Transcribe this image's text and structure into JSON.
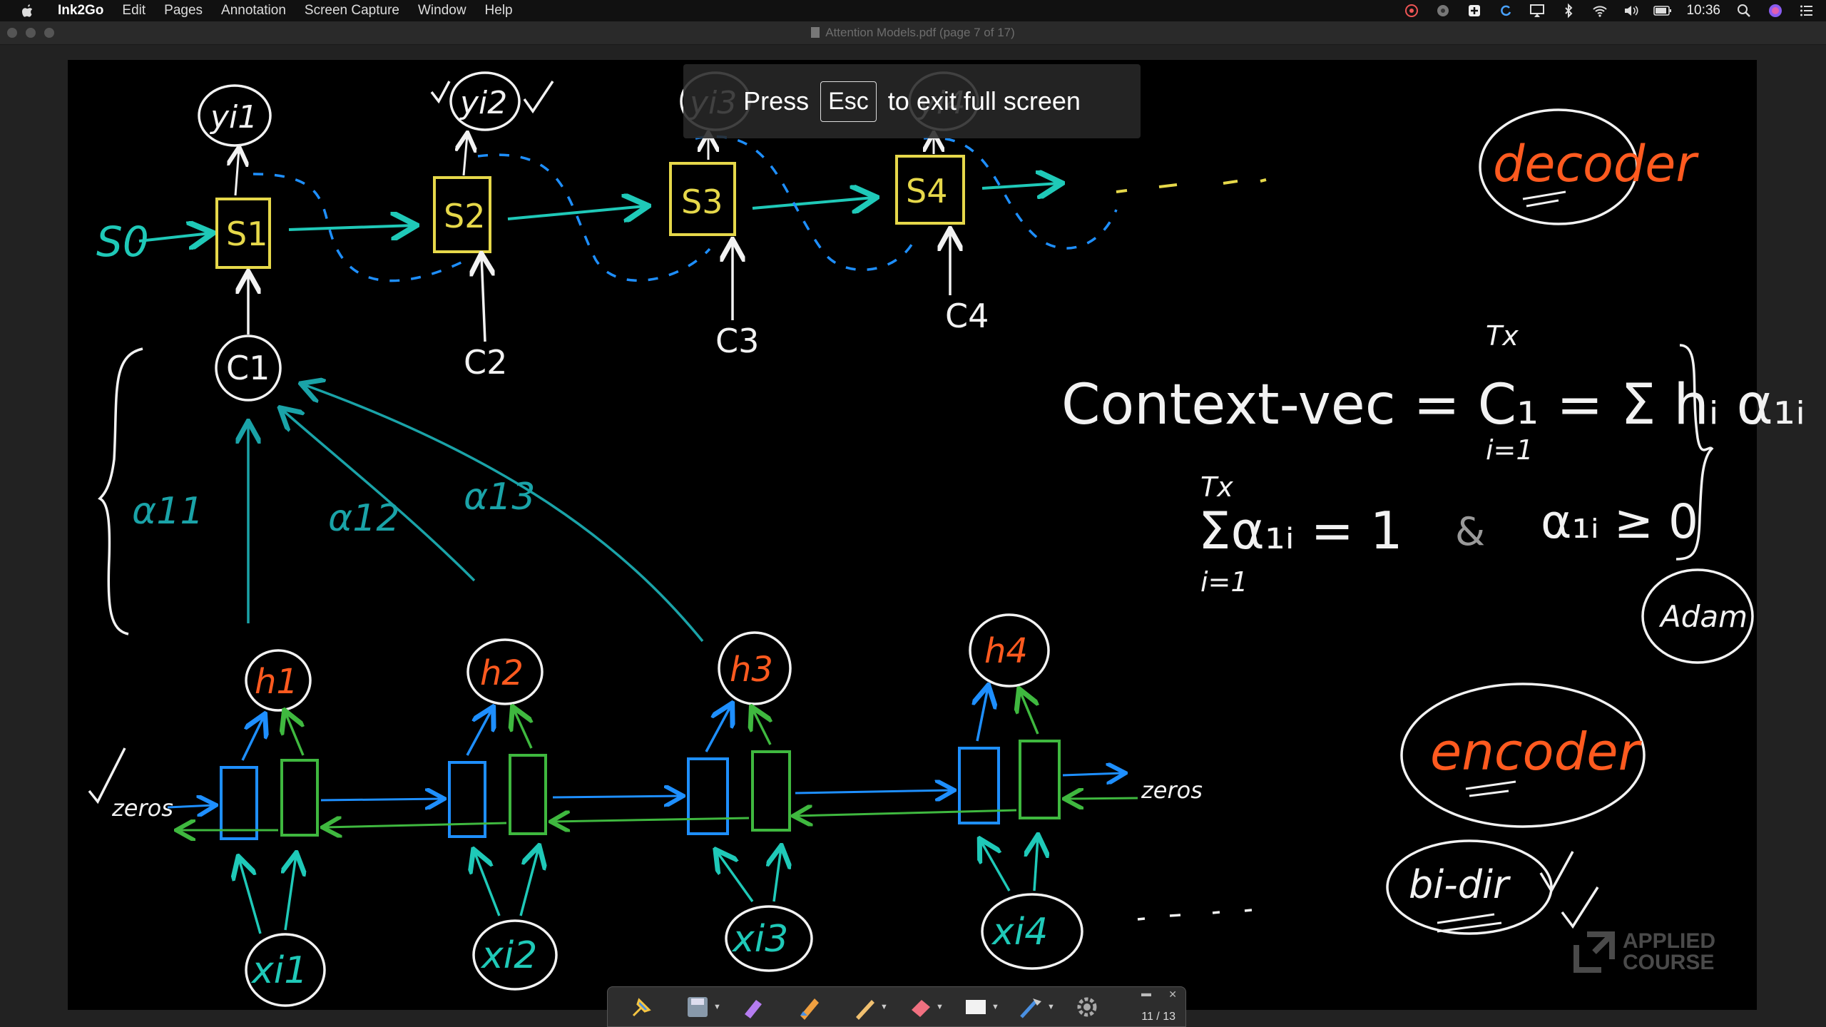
{
  "menubar": {
    "app_name": "Ink2Go",
    "items": [
      "Edit",
      "Pages",
      "Annotation",
      "Screen Capture",
      "Window",
      "Help"
    ],
    "clock": "10:36"
  },
  "window": {
    "title": "Attention Models.pdf (page 7 of 17)"
  },
  "fullscreen_notice": {
    "press": "Press",
    "key": "Esc",
    "suffix": "to exit full screen"
  },
  "board": {
    "decoder_label": "decoder",
    "encoder_label": "encoder",
    "adam_label": "Adam",
    "bidir_label": "bi-dir",
    "context_formula": "Context-vec = C₁ = Σ hᵢ α₁ᵢ",
    "sum_upper": "Tx",
    "sum_lower": "i=1",
    "constraint_formula": "Σα₁ᵢ = 1",
    "constraint_and": "&",
    "constraint_positive": "α₁ᵢ ≥ 0",
    "outputs": [
      "yi1",
      "yi2",
      "yi3",
      "yi4"
    ],
    "states": [
      "S1",
      "S2",
      "S3",
      "S4"
    ],
    "s0": "S0",
    "contexts": [
      "C1",
      "C2",
      "C3",
      "C4"
    ],
    "alphas": [
      "α11",
      "α12",
      "α13"
    ],
    "hidden": [
      "h1",
      "h2",
      "h3",
      "h4"
    ],
    "inputs": [
      "xi1",
      "xi2",
      "xi3",
      "xi4"
    ],
    "zeros_left": "zeros",
    "zeros_right": "zeros",
    "colors": {
      "cyan": "#1fc9b8",
      "blue": "#1e8fff",
      "yellow": "#e6d84a",
      "orange": "#ff5a1f",
      "green": "#3fb83f",
      "white": "#f2f2f2"
    }
  },
  "toolbar": {
    "tools": [
      "pin-tool",
      "save-tool",
      "highlighter-tool",
      "pen-tool",
      "pencil-tool",
      "eraser-tool",
      "shape-tool",
      "line-tool",
      "settings-tool"
    ],
    "page_count": "11 / 13"
  },
  "watermark": {
    "line1": "APPLIED",
    "line2": "COURSE"
  }
}
